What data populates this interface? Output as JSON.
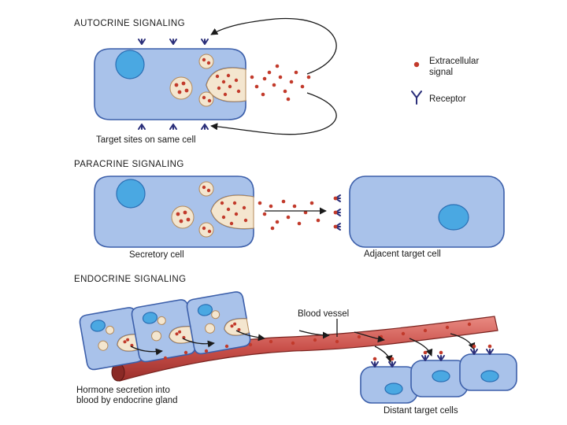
{
  "autocrine": {
    "title": "AUTOCRINE SIGNALING",
    "caption": "Target sites on same cell"
  },
  "legend": {
    "signal_line1": "Extracellular",
    "signal_line2": "signal",
    "receptor": "Receptor",
    "signal_color": "#c23a2b",
    "receptor_color": "#2b2f7a"
  },
  "paracrine": {
    "title": "PARACRINE SIGNALING",
    "secretory_caption": "Secretory cell",
    "target_caption": "Adjacent target cell"
  },
  "endocrine": {
    "title": "ENDOCRINE SIGNALING",
    "vessel_label": "Blood vessel",
    "gland_caption_line1": "Hormone secretion into",
    "gland_caption_line2": "blood by endocrine gland",
    "target_caption": "Distant target cells"
  },
  "colors": {
    "cell_fill": "#a9c2ea",
    "cell_border": "#3c5faa",
    "nucleus": "#4aa8e2",
    "vessel": "#c9504a"
  }
}
